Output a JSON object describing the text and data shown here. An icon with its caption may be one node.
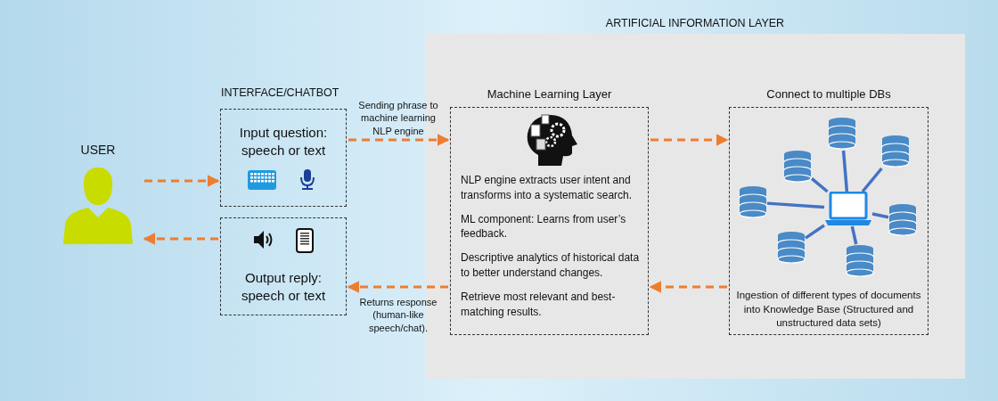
{
  "diagram": {
    "nodes": [
      {
        "text": [
          "USER"
        ]
      },
      {
        "text": [
          "Input question: speech or text"
        ]
      },
      {
        "text": [
          "Output reply: speech or text"
        ]
      },
      {
        "text": [
          "ARTIFICIAL INFORMATION LAYER"
        ]
      },
      {
        "text": [
          "Machine Learning Layer",
          "NLP engine extracts user intent and transforms into a  systematic search.",
          "ML component: Learns from user’s feedback.",
          "Descriptive analytics of historical data to better understand changes.",
          "Retrieve most relevant and best-matching results."
        ],
        "in": 3
      },
      {
        "text": [
          "Connect to multiple DBs",
          "Ingestion of different types of documents into Knowledge Base (Structured and unstructured data sets)"
        ],
        "in": 3
      },
      {
        "text": [],
        "shape": "box",
        "in": 5
      },
      {
        "text": [],
        "shape": "cylinder",
        "in": 5
      },
      {
        "text": [],
        "shape": "cylinder",
        "in": 5
      },
      {
        "text": [],
        "shape": "cylinder",
        "in": 5
      },
      {
        "text": [],
        "shape": "cylinder",
        "in": 5
      },
      {
        "text": [],
        "shape": "cylinder",
        "in": 5
      },
      {
        "text": [],
        "shape": "cylinder",
        "in": 5
      },
      {
        "text": [],
        "shape": "cylinder",
        "in": 5
      }
    ],
    "edges": [
      {
        "from": 0,
        "to": 1,
        "arrow": "to",
        "style": "dashed",
        "color": "#ed7d31"
      },
      {
        "from": 1,
        "to": 4,
        "arrow": "to",
        "style": "dashed",
        "color": "#ed7d31",
        "label": "Sending phrase to machine learning NLP engine"
      },
      {
        "from": 4,
        "to": 5,
        "arrow": "to",
        "style": "dashed",
        "color": "#ed7d31"
      },
      {
        "from": 5,
        "to": 4,
        "arrow": "to",
        "style": "dashed",
        "color": "#ed7d31"
      },
      {
        "from": 4,
        "to": 2,
        "arrow": "to",
        "style": "dashed",
        "color": "#ed7d31",
        "label": "Returns response (human-like speech/chat)."
      },
      {
        "from": 2,
        "to": 0,
        "arrow": "to",
        "style": "dashed",
        "color": "#ed7d31"
      },
      {
        "from": 6,
        "to": 7,
        "arrow": "none"
      },
      {
        "from": 6,
        "to": 8,
        "arrow": "none"
      },
      {
        "from": 6,
        "to": 9,
        "arrow": "none"
      },
      {
        "from": 6,
        "to": 10,
        "arrow": "none"
      },
      {
        "from": 6,
        "to": 11,
        "arrow": "none"
      },
      {
        "from": 6,
        "to": 12,
        "arrow": "none"
      },
      {
        "from": 6,
        "to": 13,
        "arrow": "none"
      }
    ],
    "labels": [
      "INTERFACE/CHATBOT"
    ]
  }
}
